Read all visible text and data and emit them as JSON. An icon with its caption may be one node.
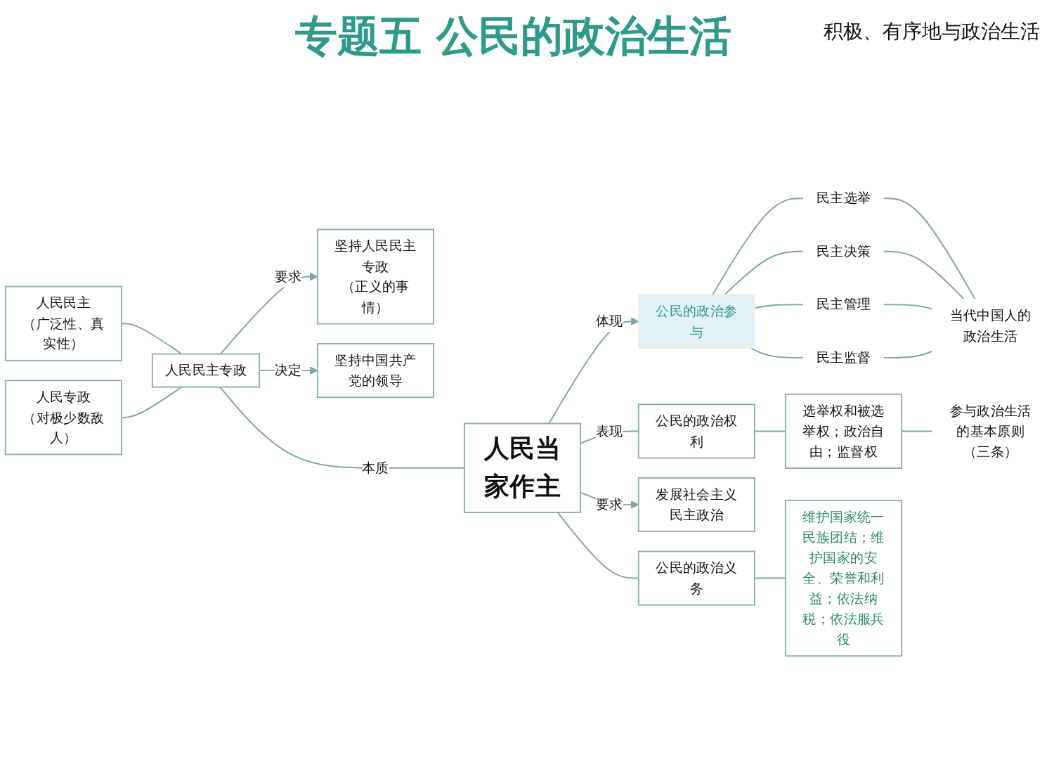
{
  "diagram": {
    "title": "专题五 公民的政治生活",
    "nodes": [
      {
        "text": [
          "坚持人民民主专政",
          "（正义的事情）"
        ]
      },
      {
        "text": [
          "公民的政治参与"
        ]
      },
      {
        "text": [
          "民主选举"
        ]
      },
      {
        "text": [
          "民主决策"
        ]
      },
      {
        "text": [
          "民主管理"
        ]
      },
      {
        "text": [
          "民主监督"
        ]
      },
      {
        "text": [
          "当代中国人的政治生活"
        ]
      },
      {
        "text": [
          "人民民主",
          "（广泛性、真实性）"
        ]
      },
      {
        "text": [
          "人民民主专政"
        ]
      },
      {
        "text": [
          "人民当家作主"
        ]
      },
      {
        "text": [
          "选举权和被选举权；政治自由；监督权"
        ]
      },
      {
        "text": [
          "参与政治生活的基本原则",
          "（三条）"
        ]
      },
      {
        "text": [
          "人民专政",
          "（对极少数敌人）"
        ]
      },
      {
        "text": [
          "公民的政治权利"
        ]
      },
      {
        "text": [
          "坚持中国共产党的领导"
        ]
      },
      {
        "text": [
          "发展社会主义民主政治"
        ]
      },
      {
        "text": [
          "公民的政治义务"
        ]
      },
      {
        "text": [
          "维护国家统一民族团结；维护国家的安全、荣誉和利益；依法纳税；依法服兵役"
        ]
      }
    ],
    "edges": [
      {
        "from": 8,
        "to": 0,
        "arrow": "to",
        "label": "要求"
      },
      {
        "from": 9,
        "to": 1,
        "arrow": "to",
        "label": "体现"
      },
      {
        "from": 1,
        "to": 2,
        "arrow": "none"
      },
      {
        "from": 1,
        "to": 3,
        "arrow": "none"
      },
      {
        "from": 1,
        "to": 4,
        "arrow": "none"
      },
      {
        "from": 1,
        "to": 5,
        "arrow": "none"
      },
      {
        "from": 2,
        "to": 6,
        "arrow": "none"
      },
      {
        "from": 3,
        "to": 6,
        "arrow": "none"
      },
      {
        "from": 4,
        "to": 6,
        "arrow": "none"
      },
      {
        "from": 5,
        "to": 6,
        "arrow": "none"
      },
      {
        "from": 7,
        "to": 8,
        "arrow": "none"
      },
      {
        "from": 12,
        "to": 8,
        "arrow": "none"
      },
      {
        "from": 8,
        "to": 9,
        "arrow": "none",
        "label": "本质"
      },
      {
        "from": 8,
        "to": 14,
        "arrow": "to",
        "label": "决定"
      },
      {
        "from": 9,
        "to": 15,
        "arrow": "to",
        "label": "要求"
      },
      {
        "from": 9,
        "to": 13,
        "arrow": "none",
        "label": "表现"
      },
      {
        "from": 9,
        "to": 16,
        "arrow": "none"
      },
      {
        "from": 13,
        "to": 10,
        "arrow": "none"
      },
      {
        "from": 10,
        "to": 11,
        "arrow": "none"
      },
      {
        "from": 16,
        "to": 17,
        "arrow": "none"
      }
    ],
    "labels": [
      "积极、有序地与政治生活"
    ]
  }
}
